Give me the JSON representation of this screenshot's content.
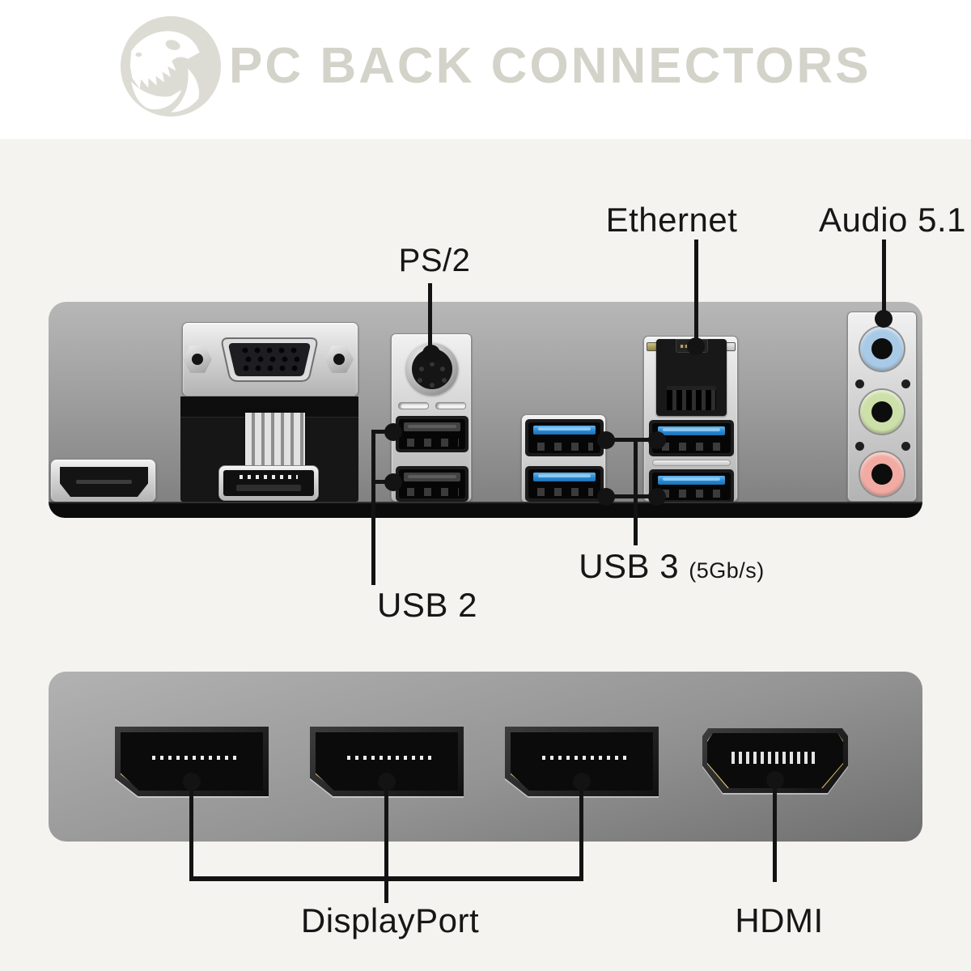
{
  "header": {
    "title": "PC BACK CONNECTORS",
    "logo_name": "dinosaur-skull-logo"
  },
  "palette": {
    "background": "#f4f3ef",
    "header_bg": "#ffffff",
    "title_color": "#d3d3ca",
    "label_color": "#161616",
    "annotation_color": "#131313",
    "panel_gray_top": "#b7b7b7",
    "panel_gray_bottom": "#7d7d7d",
    "pcb_black": "#0b0b0b",
    "usb3_blue": "#2a8ad2",
    "connector_gold": "#e3c878",
    "audio_line_in_blue": "#a9cae6",
    "audio_line_out_green": "#cde0a9",
    "audio_mic_pink": "#f2aba3"
  },
  "motherboard_panel": {
    "name": "motherboard-rear-io-panel",
    "labels": {
      "ps2": "PS/2",
      "ethernet": "Ethernet",
      "audio": "Audio 5.1",
      "usb2": "USB 2",
      "usb3": "USB 3",
      "usb3_speed": "(5Gb/s)"
    },
    "ports": [
      "hdmi",
      "vga",
      "displayport",
      "ps2",
      "usb2-port-1",
      "usb2-port-2",
      "usb3-port-1",
      "usb3-port-2",
      "usb3-port-3",
      "usb3-port-4",
      "ethernet-rj45",
      "audio-line-in",
      "audio-line-out",
      "audio-mic"
    ]
  },
  "gpu_panel": {
    "name": "graphics-card-panel",
    "labels": {
      "displayport": "DisplayPort",
      "hdmi": "HDMI"
    },
    "ports": [
      "displayport-1",
      "displayport-2",
      "displayport-3",
      "hdmi"
    ]
  }
}
